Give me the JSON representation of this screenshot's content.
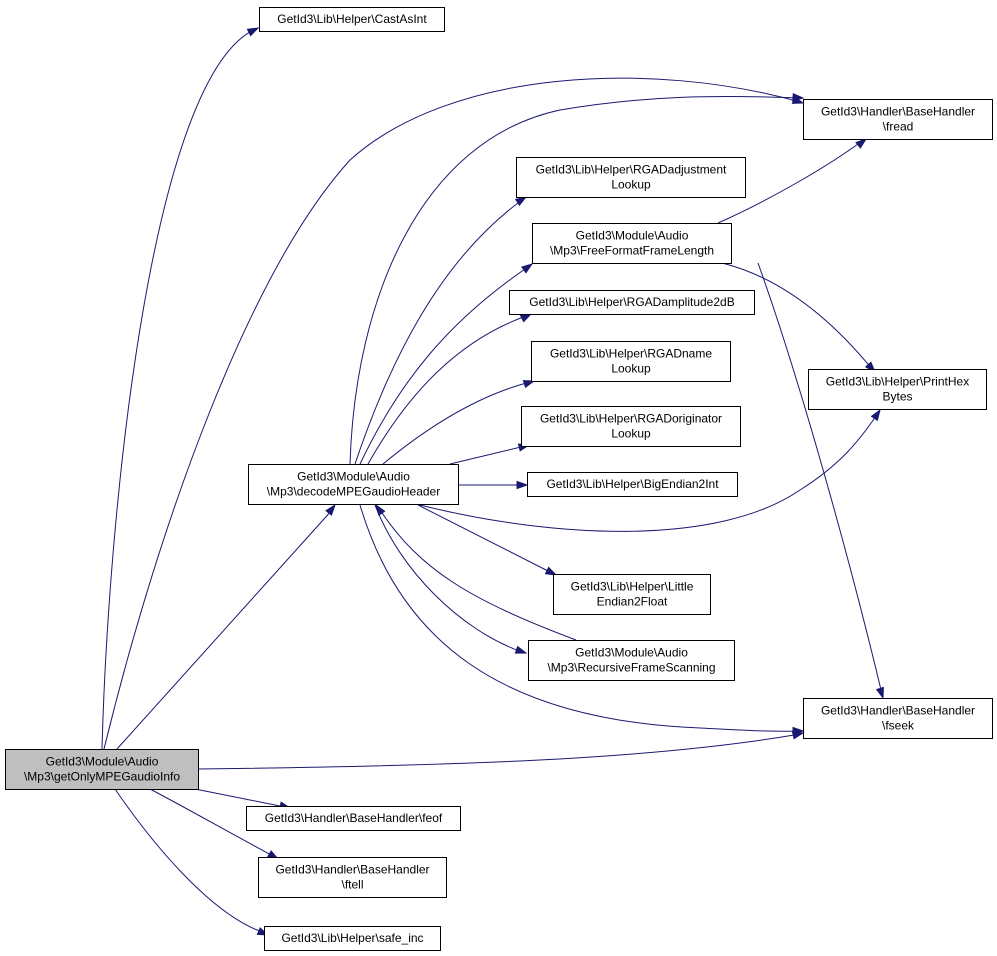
{
  "colors": {
    "edge": "#191970",
    "root_fill": "#bfbfbf",
    "node_fill": "#ffffff",
    "border": "#000000"
  },
  "nodes": {
    "root": [
      "GetId3\\Module\\Audio",
      "\\Mp3\\getOnlyMPEGaudioInfo"
    ],
    "castasint": [
      "GetId3\\Lib\\Helper\\CastAsInt"
    ],
    "fread": [
      "GetId3\\Handler\\BaseHandler",
      "\\fread"
    ],
    "rgaadj": [
      "GetId3\\Lib\\Helper\\RGADadjustment",
      "Lookup"
    ],
    "freeformat": [
      "GetId3\\Module\\Audio",
      "\\Mp3\\FreeFormatFrameLength"
    ],
    "rgaamp": [
      "GetId3\\Lib\\Helper\\RGADamplitude2dB"
    ],
    "rgadname": [
      "GetId3\\Lib\\Helper\\RGADname",
      "Lookup"
    ],
    "printhex": [
      "GetId3\\Lib\\Helper\\PrintHex",
      "Bytes"
    ],
    "rgadorig": [
      "GetId3\\Lib\\Helper\\RGADoriginator",
      "Lookup"
    ],
    "decode": [
      "GetId3\\Module\\Audio",
      "\\Mp3\\decodeMPEGaudioHeader"
    ],
    "bigendian": [
      "GetId3\\Lib\\Helper\\BigEndian2Int"
    ],
    "littleendian": [
      "GetId3\\Lib\\Helper\\Little",
      "Endian2Float"
    ],
    "recursive": [
      "GetId3\\Module\\Audio",
      "\\Mp3\\RecursiveFrameScanning"
    ],
    "fseek": [
      "GetId3\\Handler\\BaseHandler",
      "\\fseek"
    ],
    "feof": [
      "GetId3\\Handler\\BaseHandler\\feof"
    ],
    "ftell": [
      "GetId3\\Handler\\BaseHandler",
      "\\ftell"
    ],
    "safeinc": [
      "GetId3\\Lib\\Helper\\safe_inc"
    ]
  }
}
